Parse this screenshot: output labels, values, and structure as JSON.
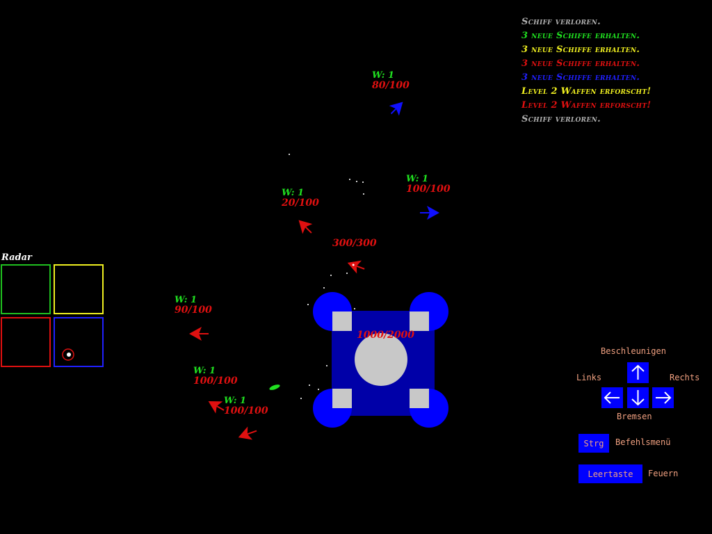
{
  "message_log": [
    {
      "text": "Schiff verloren.",
      "color": "#b0b0b0"
    },
    {
      "text": "3 neue Schiffe erhalten.",
      "color": "#20e020"
    },
    {
      "text": "3 neue Schiffe erhalten.",
      "color": "#f0f020"
    },
    {
      "text": "3 neue Schiffe erhalten.",
      "color": "#e01010"
    },
    {
      "text": "3 neue Schiffe erhalten.",
      "color": "#2020ff"
    },
    {
      "text": "Level 2 Waffen erforscht!",
      "color": "#f0f020"
    },
    {
      "text": "Level 2 Waffen erforscht!",
      "color": "#e01010"
    },
    {
      "text": "Schiff verloren.",
      "color": "#b0b0b0"
    }
  ],
  "ships": [
    {
      "weapon": "W: 1",
      "hp": "80/100",
      "team": "blue"
    },
    {
      "weapon": "W: 1",
      "hp": "100/100",
      "team": "blue"
    },
    {
      "weapon": "W: 1",
      "hp": "20/100",
      "team": "red"
    },
    {
      "weapon": "",
      "hp": "300/300",
      "team": "red"
    },
    {
      "weapon": "W: 1",
      "hp": "90/100",
      "team": "red"
    },
    {
      "weapon": "W: 1",
      "hp": "100/100",
      "team": "red"
    },
    {
      "weapon": "W: 1",
      "hp": "100/100",
      "team": "red"
    }
  ],
  "base": {
    "hp": "1000/2000",
    "team": "blue"
  },
  "radar": {
    "title": "Radar",
    "quadrant_colors": [
      "#20c020",
      "#f0f020",
      "#e01010",
      "#2020ff"
    ]
  },
  "controls": {
    "accelerate": "Beschleunigen",
    "left": "Links",
    "right": "Rechts",
    "brake": "Bremsen",
    "ctrl_key": "Strg",
    "ctrl_action": "Befehlsmenü",
    "space_key": "Leertaste",
    "space_action": "Feuern"
  },
  "icons": [
    "arrow-up-icon",
    "arrow-left-icon",
    "arrow-down-icon",
    "arrow-right-icon",
    "ship-icon",
    "base-icon"
  ]
}
